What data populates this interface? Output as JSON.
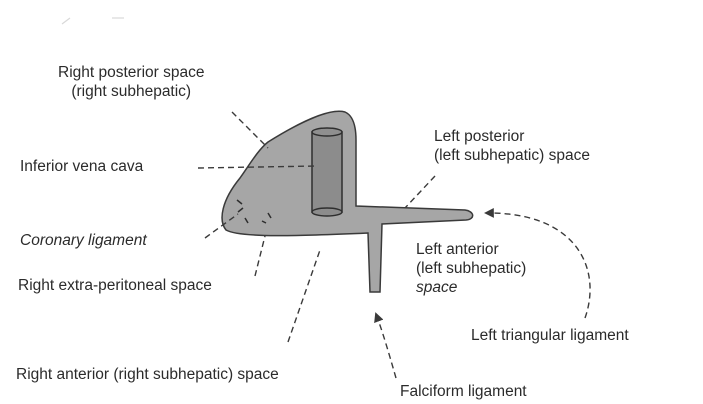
{
  "diagram": {
    "labels": {
      "right_posterior_line1": "Right posterior space",
      "right_posterior_line2": "(right subhepatic)",
      "inferior_vena_cava": "Inferior vena cava",
      "coronary_ligament": "Coronary ligament",
      "right_extraperitoneal": "Right extra-peritoneal space",
      "right_anterior": "Right anterior (right subhepatic) space",
      "left_posterior_line1": "Left posterior",
      "left_posterior_line2": "(left subhepatic) space",
      "left_anterior_line1": "Left anterior",
      "left_anterior_line2": "(left subhepatic)",
      "left_anterior_line3": "space",
      "left_triangular_ligament": "Left triangular ligament",
      "falciform_ligament": "Falciform ligament"
    },
    "colors": {
      "liver_fill": "#a6a6a6",
      "outline": "#3a3a3a",
      "ivc_fill": "#8c8c8c",
      "text": "#2b2b2b"
    }
  }
}
